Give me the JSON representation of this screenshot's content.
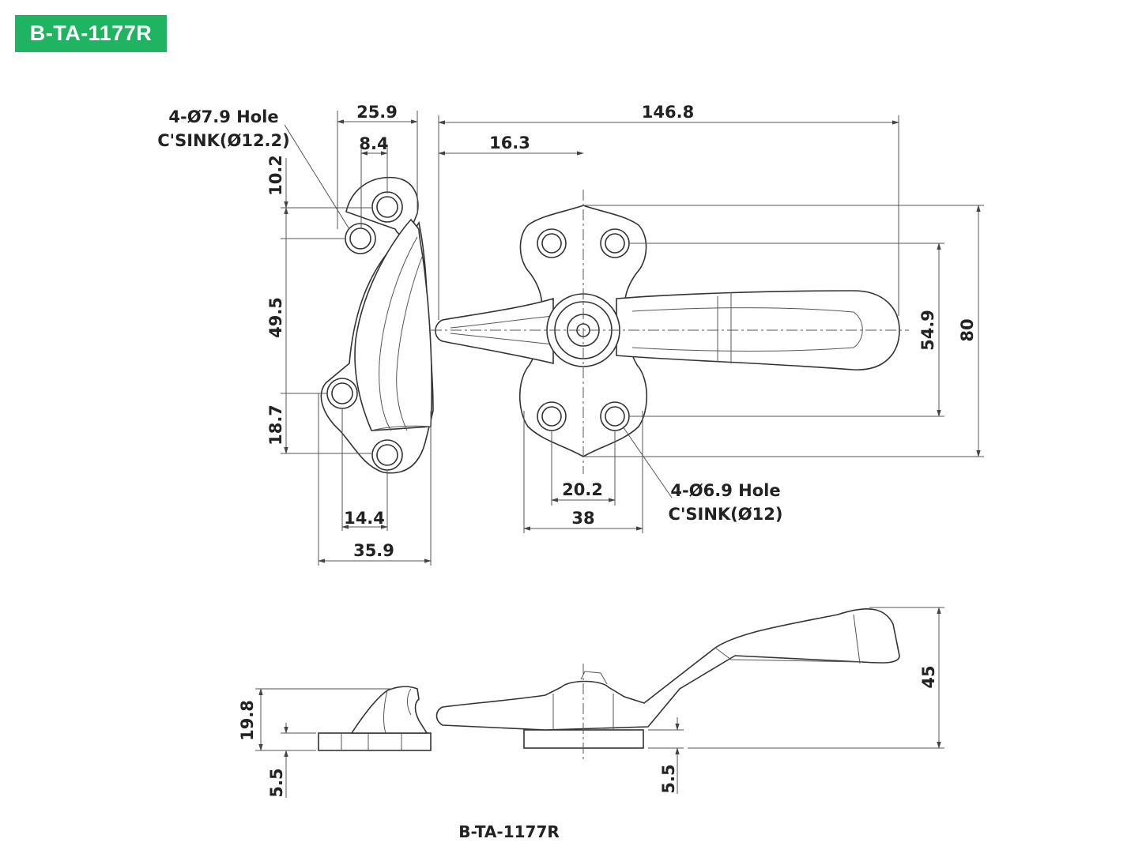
{
  "badge": {
    "model": "B-TA-1177R",
    "color": "#1fb461"
  },
  "caption": "B-TA-1177R",
  "notes": {
    "left_hole_line1": "4-Ø7.9 Hole",
    "left_hole_line2": "C'SINK(Ø12.2)",
    "right_hole_line1": "4-Ø6.9 Hole",
    "right_hole_line2": "C'SINK(Ø12)"
  },
  "dimensions": {
    "d259": "25.9",
    "d84": "8.4",
    "d102": "10.2",
    "d495": "49.5",
    "d187": "18.7",
    "d144": "14.4",
    "d359": "35.9",
    "d1468": "146.8",
    "d163": "16.3",
    "d549": "54.9",
    "d80": "80",
    "d202": "20.2",
    "d38": "38",
    "d198": "19.8",
    "d55a": "5.5",
    "d55b": "5.5",
    "d45": "45"
  }
}
